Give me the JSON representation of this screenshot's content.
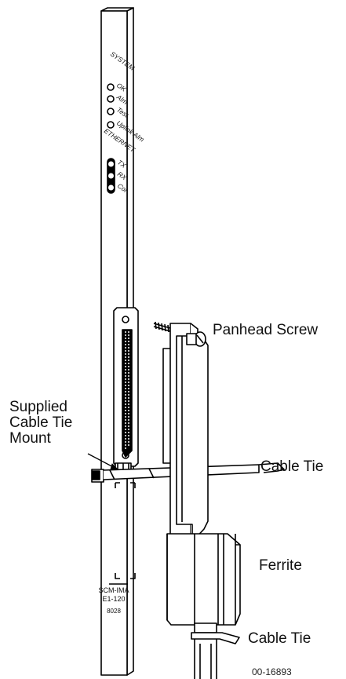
{
  "card": {
    "system_heading": "SYSTEM",
    "system_leds": [
      "OK",
      "Alm",
      "Test",
      "Uplink Alm"
    ],
    "ethernet_heading": "ETHERNET",
    "ethernet_leds": [
      "TX",
      "RX",
      "Col"
    ],
    "model": "SCM-IMA",
    "model_sub": "E1-120",
    "part_no": "8028"
  },
  "callouts": {
    "panhead_screw": "Panhead Screw",
    "supplied_mount": [
      "Supplied",
      "Cable Tie",
      "Mount"
    ],
    "cable_tie_upper": "Cable Tie",
    "ferrite": "Ferrite",
    "cable_tie_lower": "Cable Tie"
  },
  "figure_id": "00-16893"
}
